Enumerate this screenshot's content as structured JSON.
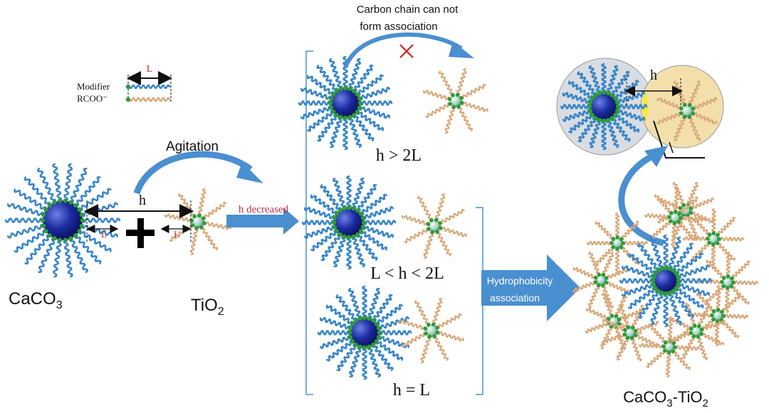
{
  "legend": {
    "length_symbol": "L",
    "modifier_label": "Modifier",
    "rcoo_label": "RCOO⁻"
  },
  "left": {
    "caco3_base": "CaCO",
    "caco3_sub": "3",
    "tio2_base": "TiO",
    "tio2_sub": "2",
    "h_label": "h",
    "l_label": "L",
    "agitation_label": "Agitation",
    "h_decreased_label": "h decreased"
  },
  "middle": {
    "note_line1": "Carbon chain can not",
    "note_line2": "form association",
    "case1": "h > 2L",
    "case2": "L < h < 2L",
    "case3": "h = L"
  },
  "right": {
    "arrow_line1": "Hydrophobicity",
    "arrow_line2": "association",
    "inset_h_label": "h",
    "product_caco3_base": "CaCO",
    "product_caco3_sub": "3",
    "product_dash": "-TiO",
    "product_tio2_sub": "2"
  },
  "colors": {
    "modifier_chain": "#3a86c8",
    "rcoo_chain": "#d9a87a",
    "caco3_core": "#1a2a9a",
    "tio2_core": "#9fc9b8",
    "headgroup": "#2f9a3a",
    "arrow": "#4a8fd0",
    "cross": "#d62020",
    "length_red": "#d62020"
  }
}
